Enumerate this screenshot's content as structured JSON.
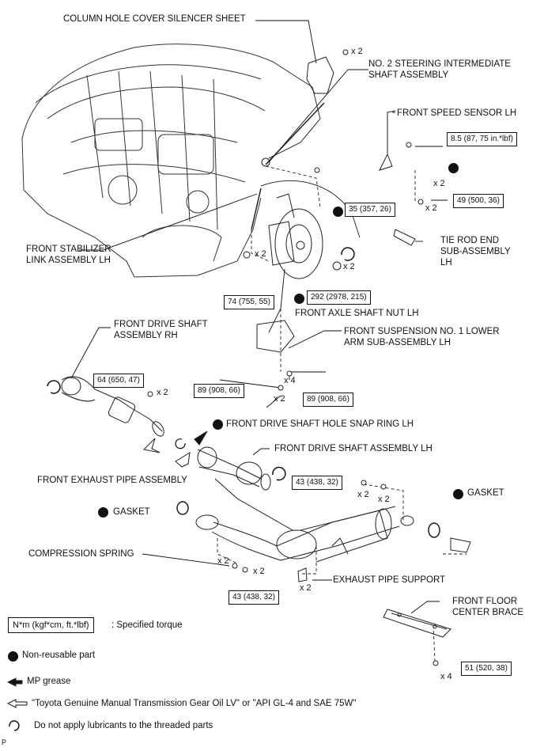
{
  "labels": {
    "column_hole_cover": "COLUMN HOLE COVER SILENCER SHEET",
    "steering_shaft_1": "NO. 2 STEERING INTERMEDIATE",
    "steering_shaft_2": "SHAFT ASSEMBLY",
    "speed_sensor": "FRONT SPEED SENSOR LH",
    "stabilizer_1": "FRONT STABILIZER",
    "stabilizer_2": "LINK ASSEMBLY LH",
    "tie_rod_1": "TIE ROD END",
    "tie_rod_2": "SUB-ASSEMBLY",
    "tie_rod_3": "LH",
    "axle_nut": "FRONT AXLE SHAFT NUT LH",
    "lower_arm_1": "FRONT SUSPENSION NO. 1 LOWER",
    "lower_arm_2": "ARM SUB-ASSEMBLY LH",
    "drive_shaft_rh_1": "FRONT DRIVE SHAFT",
    "drive_shaft_rh_2": "ASSEMBLY RH",
    "snap_ring": "FRONT DRIVE SHAFT HOLE SNAP RING LH",
    "drive_shaft_lh": "FRONT DRIVE SHAFT ASSEMBLY LH",
    "exhaust_pipe": "FRONT EXHAUST PIPE ASSEMBLY",
    "gasket_left": "GASKET",
    "gasket_right": "GASKET",
    "compression_spring": "COMPRESSION SPRING",
    "exhaust_support": "EXHAUST PIPE SUPPORT",
    "floor_brace_1": "FRONT FLOOR",
    "floor_brace_2": "CENTER BRACE"
  },
  "torques": {
    "speed_sensor": "8.5 (87, 75 in.*lbf)",
    "steering": "35 (357, 26)",
    "tie_rod": "49 (500, 36)",
    "stabilizer": "74 (755, 55)",
    "axle_nut": "292 (2978, 215)",
    "drive_rh": "64 (650, 47)",
    "lower_arm_left": "89 (908, 66)",
    "lower_arm_right": "89 (908, 66)",
    "exhaust_upper": "43 (438, 32)",
    "exhaust_lower": "43 (438, 32)",
    "floor_brace": "51 (520, 38)"
  },
  "quantities": {
    "silencer": "x 2",
    "stabilizer": "x 2",
    "speed_sensor_bolt": "x 2",
    "tie_rod_nut": "x 2",
    "axle_nut": "x 2",
    "drive_rh": "x 2",
    "lower_arm_nut": "x 4",
    "lower_arm_bolt": "x 2",
    "exhaust_bolt": "x 2",
    "exhaust_nut": "x 2",
    "spring_nut": "x 2",
    "spring_bolt": "x 2",
    "support": "x 2",
    "brace": "x 4"
  },
  "legend": {
    "torque_box": "N*m (kgf*cm, ft.*lbf)",
    "torque_desc": ": Specified torque",
    "non_reusable": "Non-reusable part",
    "mp_grease": "MP grease",
    "gear_oil": "\"Toyota Genuine Manual Transmission Gear Oil LV\" or \"API GL-4 and SAE 75W\"",
    "no_lube": "Do not apply lubricants to the threaded parts"
  },
  "corner_mark": "P"
}
